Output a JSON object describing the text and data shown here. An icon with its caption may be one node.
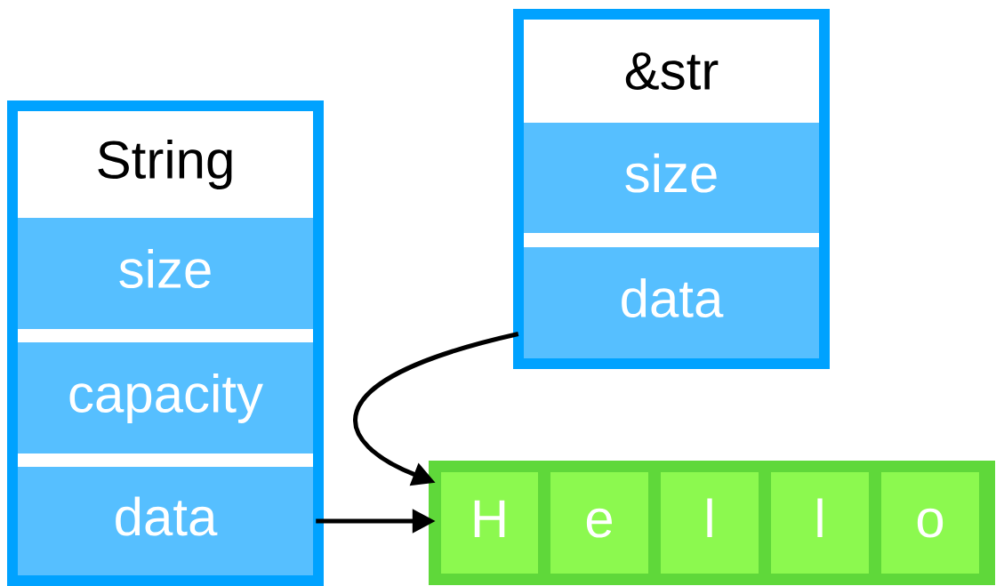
{
  "diagram": {
    "nodes": [
      {
        "text": [
          "String"
        ]
      },
      {
        "text": [
          "size"
        ],
        "in": 0
      },
      {
        "text": [
          "capacity"
        ],
        "in": 0
      },
      {
        "text": [
          "data"
        ],
        "in": 0
      },
      {
        "text": [
          "&str"
        ]
      },
      {
        "text": [
          "size"
        ],
        "in": 4
      },
      {
        "text": [
          "data"
        ],
        "in": 4
      },
      {
        "text": [],
        "shape": "box"
      },
      {
        "text": [
          "H"
        ],
        "in": 7
      },
      {
        "text": [
          "e"
        ],
        "in": 7
      },
      {
        "text": [
          "l"
        ],
        "in": 7
      },
      {
        "text": [
          "l"
        ],
        "in": 7
      },
      {
        "text": [
          "o"
        ],
        "in": 7
      }
    ],
    "edges": [
      {
        "from": 3,
        "to": 8,
        "arrow": "to"
      },
      {
        "from": 6,
        "to": 8,
        "arrow": "to"
      }
    ]
  }
}
